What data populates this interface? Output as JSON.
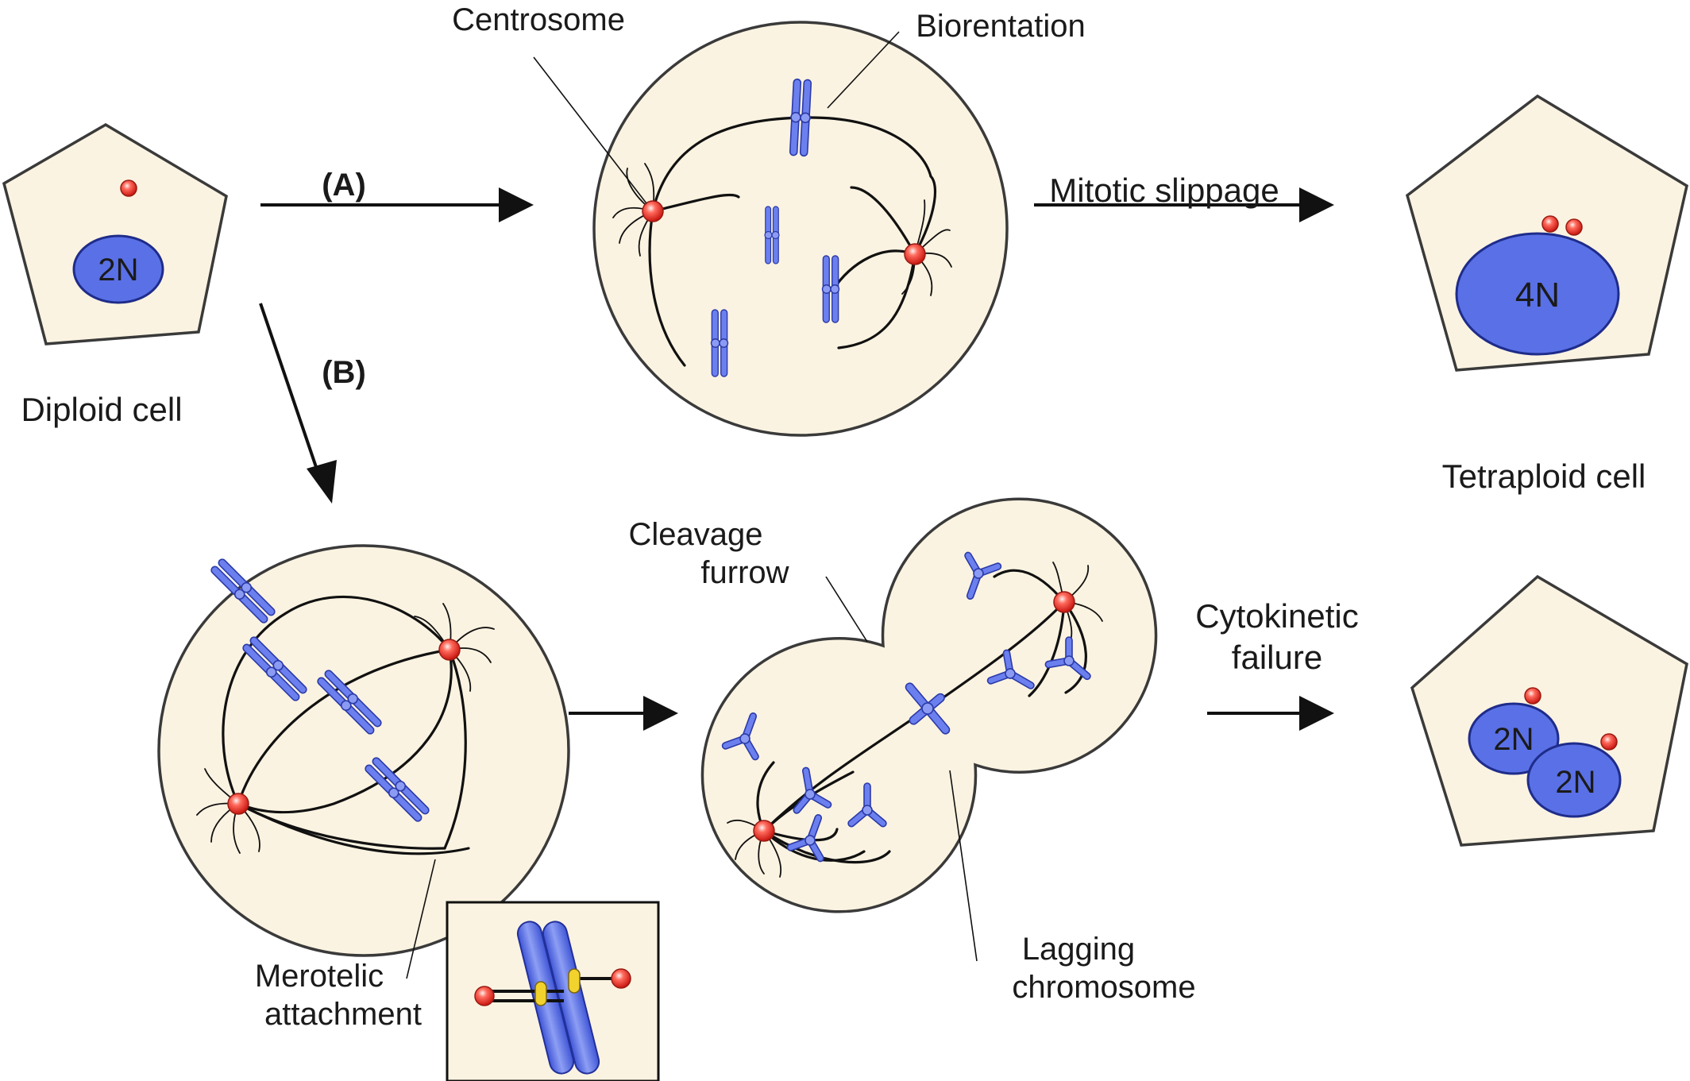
{
  "labels": {
    "centrosome": "Centrosome",
    "biorientation": "Biorentation",
    "route_a": "(A)",
    "route_b": "(B)",
    "mitotic_slippage": "Mitotic slippage",
    "diploid_cell": "Diploid cell",
    "tetraploid_cell": "Tetraploid cell",
    "cleavage_1": "Cleavage",
    "cleavage_2": "furrow",
    "cytokinetic_1": "Cytokinetic",
    "cytokinetic_2": "failure",
    "merotelic_1": "Merotelic",
    "merotelic_2": "attachment",
    "lagging_1": "Lagging",
    "lagging_2": "chromosome"
  },
  "nuclei": {
    "diploid": "2N",
    "tetraploid": "4N",
    "binucleate_a": "2N",
    "binucleate_b": "2N"
  },
  "colors": {
    "cell_fill": "#fbf3e1",
    "nucleus": "#5a70e6",
    "chromosome": "#6b80ee",
    "centrosome": "#e8302a",
    "kinetochore_merotelic": "#f2d22c"
  }
}
